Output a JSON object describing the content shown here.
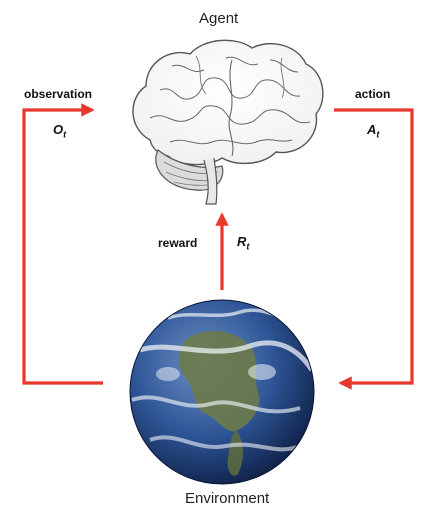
{
  "diagram": {
    "top_label": "Agent",
    "bottom_label": "Environment",
    "left_label": "observation",
    "left_symbol": "O",
    "left_symbol_sub": "t",
    "right_label": "action",
    "right_symbol": "A",
    "right_symbol_sub": "t",
    "center_label": "reward",
    "center_symbol": "R",
    "center_symbol_sub": "t"
  },
  "colors": {
    "arrow": "#e8382e",
    "brain_stroke": "#555555",
    "ocean": "#2b4f8f",
    "land": "#6b7a4a"
  },
  "icons": {
    "agent": "brain-icon",
    "environment": "earth-globe-icon"
  }
}
